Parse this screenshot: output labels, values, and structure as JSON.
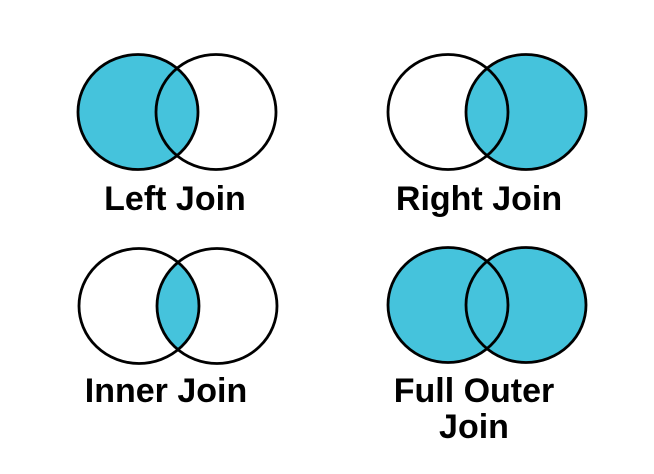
{
  "page": {
    "background": "#ffffff",
    "description": "Four Venn diagrams illustrating SQL join types"
  },
  "colors": {
    "accent": "#45c3dc",
    "stroke": "#000000",
    "text": "#000000"
  },
  "diagrams": [
    {
      "id": "left-join",
      "label": "Left Join",
      "highlight": "entire left circle including overlap"
    },
    {
      "id": "right-join",
      "label": "Right Join",
      "highlight": "entire right circle including overlap"
    },
    {
      "id": "inner-join",
      "label": "Inner Join",
      "highlight": "intersection only"
    },
    {
      "id": "full-outer-join",
      "label": "Full Outer Join",
      "highlight": "both circles entirely"
    }
  ]
}
